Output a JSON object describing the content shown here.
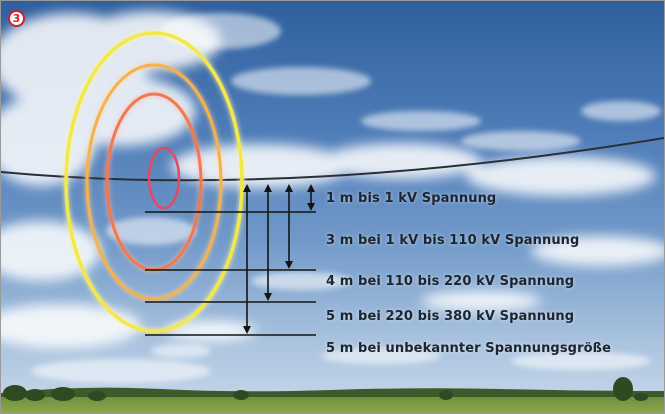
{
  "badge": "3",
  "distances": [
    {
      "label": "1 m bis 1 kV Spannung"
    },
    {
      "label": "3 m bei 1 kV bis 110 kV Spannung"
    },
    {
      "label": "4 m bei 110 bis 220 kV Spannung"
    },
    {
      "label": "5 m bei 220 bis 380 kV Spannung"
    },
    {
      "label": "5 m bei unbekannter Spannungsgröße"
    }
  ],
  "colors": {
    "ring_outer": "#f2e84a",
    "ring_2": "#f5b14e",
    "ring_3": "#f07a4f",
    "ring_inner": "#e4495e",
    "badge": "#d21f2b",
    "cable": "#2a2f36",
    "arrow": "#141414"
  },
  "icons": [
    "circled-number-icon",
    "power-line-cable",
    "electric-field-rings",
    "distance-arrow-icon"
  ]
}
